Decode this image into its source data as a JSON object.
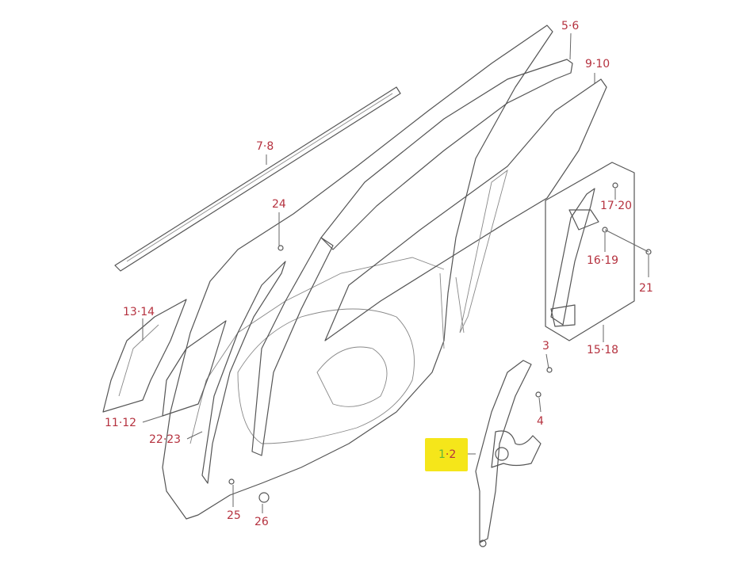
{
  "diagram": {
    "title": "Front door glass and window regulator parts diagram",
    "highlight_color": "#f5e61a",
    "label_color": "#b5323f",
    "labels": {
      "p5_6": "5·6",
      "p9_10": "9·10",
      "p7_8": "7·8",
      "p24": "24",
      "p17_20": "17·20",
      "p16_19": "16·19",
      "p21": "21",
      "p13_14": "13·14",
      "p15_18": "15·18",
      "p3": "3",
      "p4": "4",
      "p11_12": "11·12",
      "p22_23": "22·23",
      "p1": "1",
      "p1_2_rest": "·2",
      "p25": "25",
      "p26": "26"
    }
  }
}
